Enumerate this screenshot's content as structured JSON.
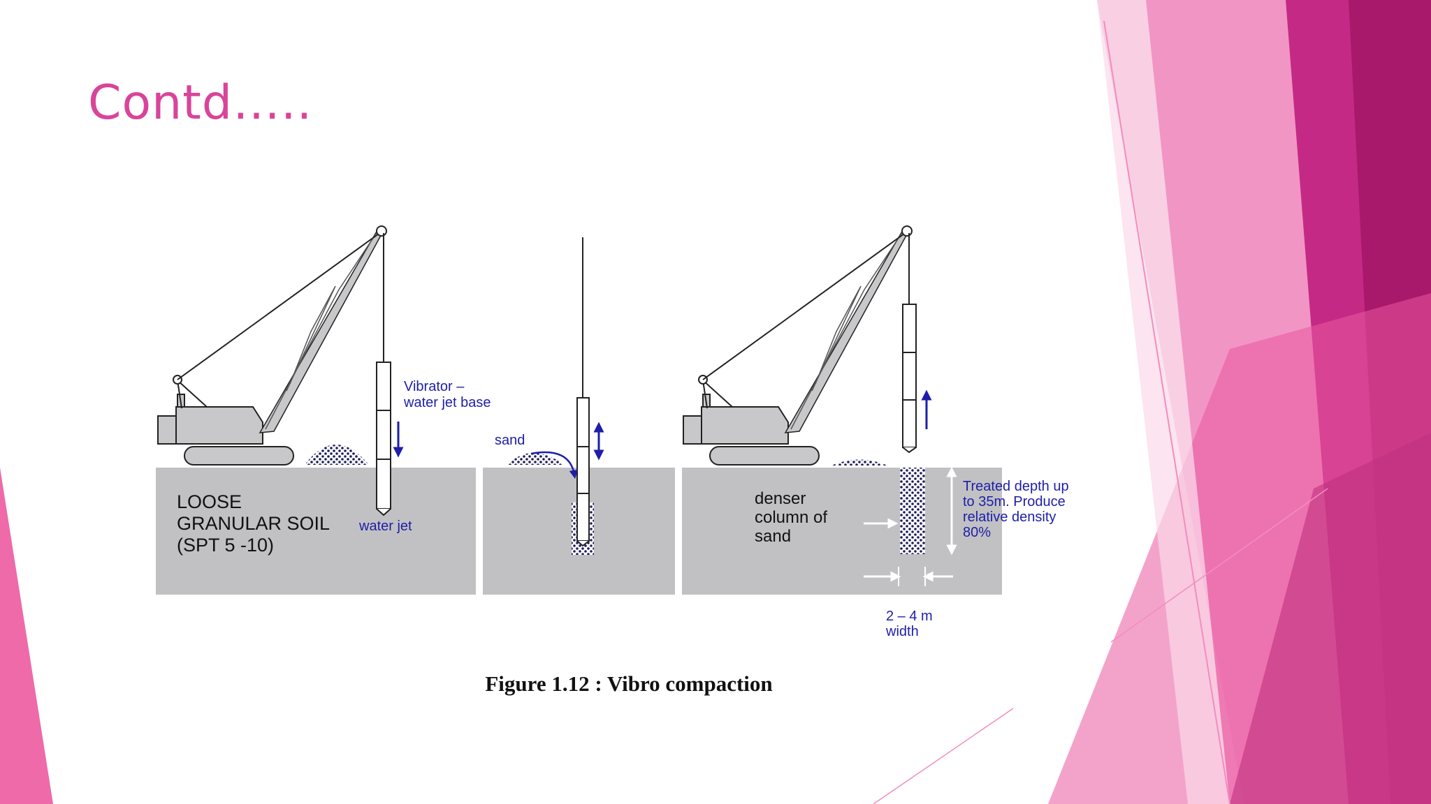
{
  "slide": {
    "title": "Contd…..",
    "caption": "Figure 1.12 : Vibro compaction"
  },
  "diagram": {
    "labels": {
      "vibrator": [
        "Vibrator –",
        "water jet base"
      ],
      "water_jet": "water jet",
      "soil": [
        "LOOSE",
        "GRANULAR SOIL",
        "(SPT 5 -10)"
      ],
      "sand": "sand",
      "denser": [
        "denser",
        "column of",
        "sand"
      ],
      "treated": [
        "Treated depth up",
        "to 35m. Produce",
        "relative density",
        "80%"
      ],
      "width": [
        "2 – 4 m",
        "width"
      ]
    }
  },
  "colors": {
    "title": "#d9449a",
    "ground": "#c1c1c3",
    "annotation_blue": "#1e1ea8",
    "machine": "#c8c8ca",
    "accent_dark": "#b81f75",
    "accent_mid": "#e8579f",
    "accent_light": "#f4a3cc"
  }
}
